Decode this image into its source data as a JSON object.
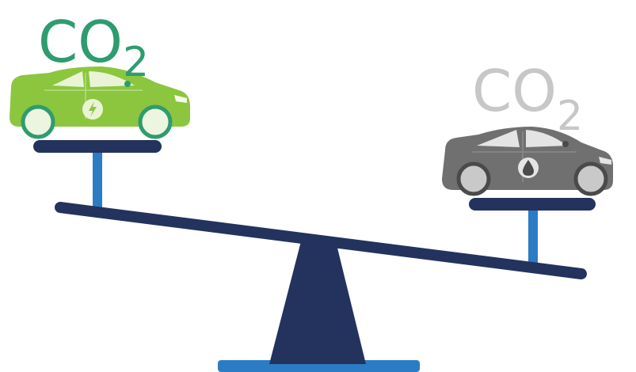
{
  "labels": {
    "electric_co2_main": "CO",
    "electric_co2_sub": "2",
    "gas_co2_main": "CO",
    "gas_co2_sub": "2"
  },
  "icons": {
    "electric_car_badge": "lightning-bolt-icon",
    "gas_car_badge": "fuel-drop-icon"
  },
  "colors": {
    "electric_co2": "#2e9c6f",
    "electric_car_body": "#8cc63f",
    "electric_car_accent": "#2e9c6f",
    "gas_co2": "#c7c7c7",
    "gas_car_body": "#707070",
    "gas_car_dark": "#4a4a4a",
    "beam": "#24325e",
    "support": "#2b7cc4",
    "base": "#2b7cc4"
  }
}
